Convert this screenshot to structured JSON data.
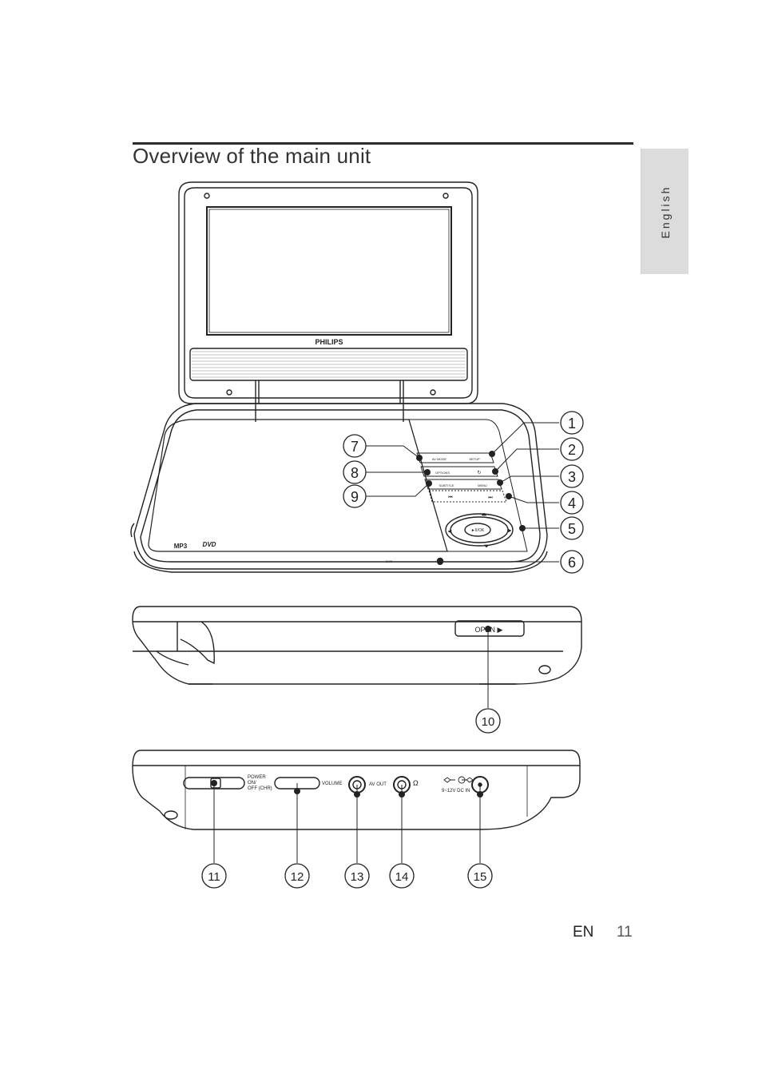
{
  "page": {
    "title": "Overview of the main unit",
    "language_tab": "English",
    "footer_lang": "EN",
    "page_number": "11"
  },
  "diagram": {
    "brand": "PHILIPS",
    "dvd_logo": "DVD",
    "mp3_logo": "MP3",
    "front_buttons": {
      "row1_left": "AV MODE",
      "row1_right": "SETUP",
      "row2_left": "OPTIONS",
      "row2_right": "↻",
      "row3_left": "SUBTITLE",
      "row3_right": "MENU",
      "row4_left": "⏮",
      "row4_right": "⏭",
      "dpad_center": "►II/OK"
    },
    "front_edge_label": "CHR",
    "side_open_label": "OPEN ▶",
    "power_label_1": "POWER",
    "power_label_2": "ON/",
    "power_label_3": "OFF (CHR)",
    "volume_label": "VOLUME",
    "av_out_label": "AV OUT",
    "headphone_symbol": "Ω",
    "dc_label": "9~12V DC IN",
    "callouts": [
      "1",
      "2",
      "3",
      "4",
      "5",
      "6",
      "7",
      "8",
      "9",
      "10",
      "11",
      "12",
      "13",
      "14",
      "15"
    ]
  }
}
